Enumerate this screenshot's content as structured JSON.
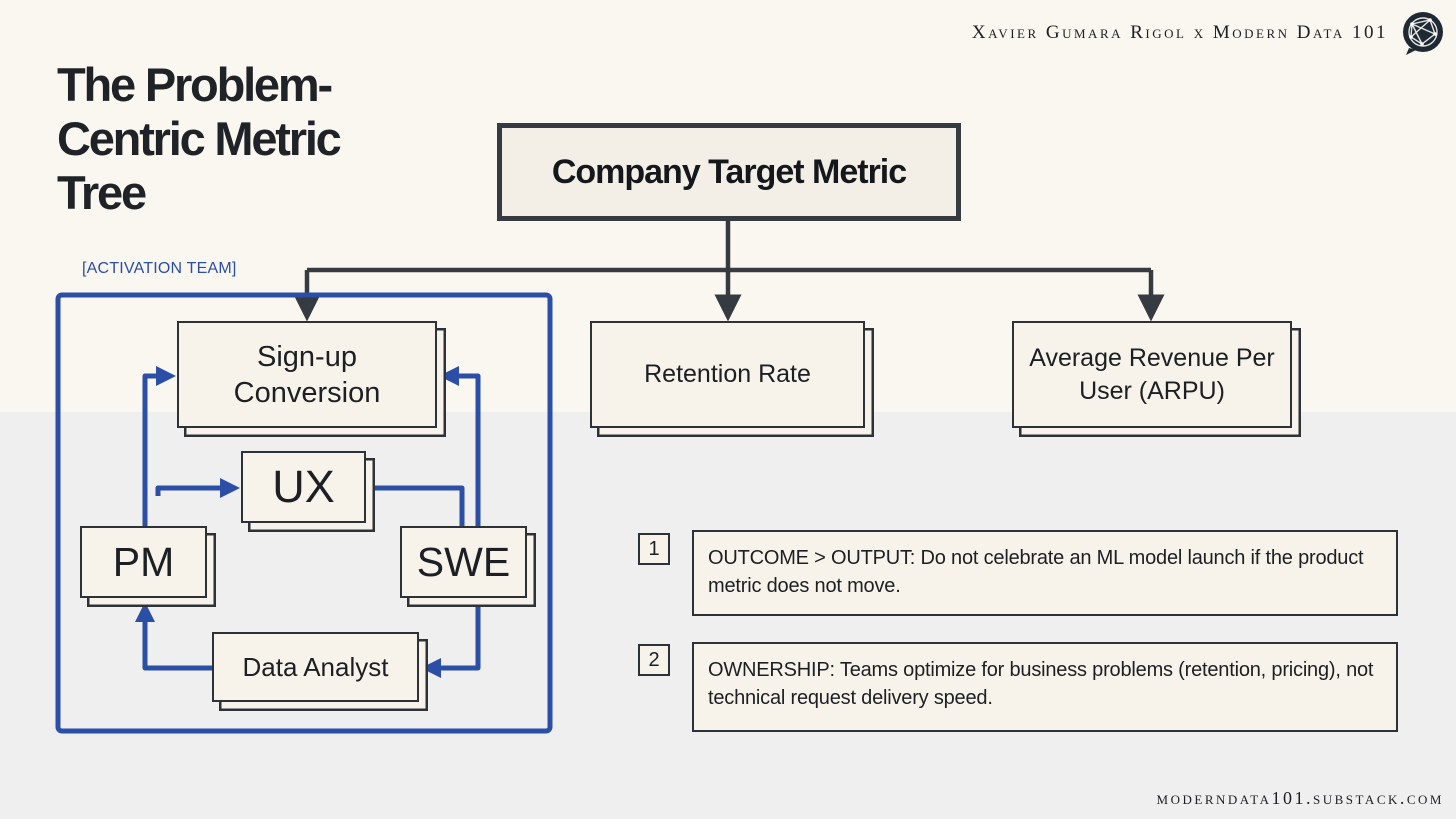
{
  "header": {
    "byline": "Xavier Gumara Rigol x Modern Data 101",
    "logo_icon": "globe-chat-icon"
  },
  "title": {
    "line1": "The Problem-",
    "line2": "Centric Metric",
    "line3": "Tree"
  },
  "tree": {
    "root": "Company Target Metric",
    "children": [
      "Sign-up Conversion",
      "Retention Rate",
      "Average Revenue Per User (ARPU)"
    ]
  },
  "activation_team": {
    "label": "[ACTIVATION TEAM]",
    "metric_line1": "Sign-up",
    "metric_line2": "Conversion",
    "roles": {
      "ux": "UX",
      "pm": "PM",
      "swe": "SWE",
      "data_analyst": "Data Analyst"
    }
  },
  "other_metrics": {
    "retention": "Retention Rate",
    "arpu_line1": "Average Revenue Per",
    "arpu_line2": "User (ARPU)"
  },
  "principles": [
    {
      "number": "1",
      "text": "OUTCOME > OUTPUT: Do not celebrate an ML model launch if the product metric does not move."
    },
    {
      "number": "2",
      "text": "OWNERSHIP: Teams optimize for business problems (retention, pricing), not technical request delivery speed."
    }
  ],
  "footer": {
    "url": "moderndata101.substack.com"
  },
  "colors": {
    "background_top": "#faf7f0",
    "background_bottom": "#efefef",
    "accent_blue": "#2b4ea6",
    "connector_dark": "#363b41",
    "card_fill": "#f7f3ea"
  }
}
